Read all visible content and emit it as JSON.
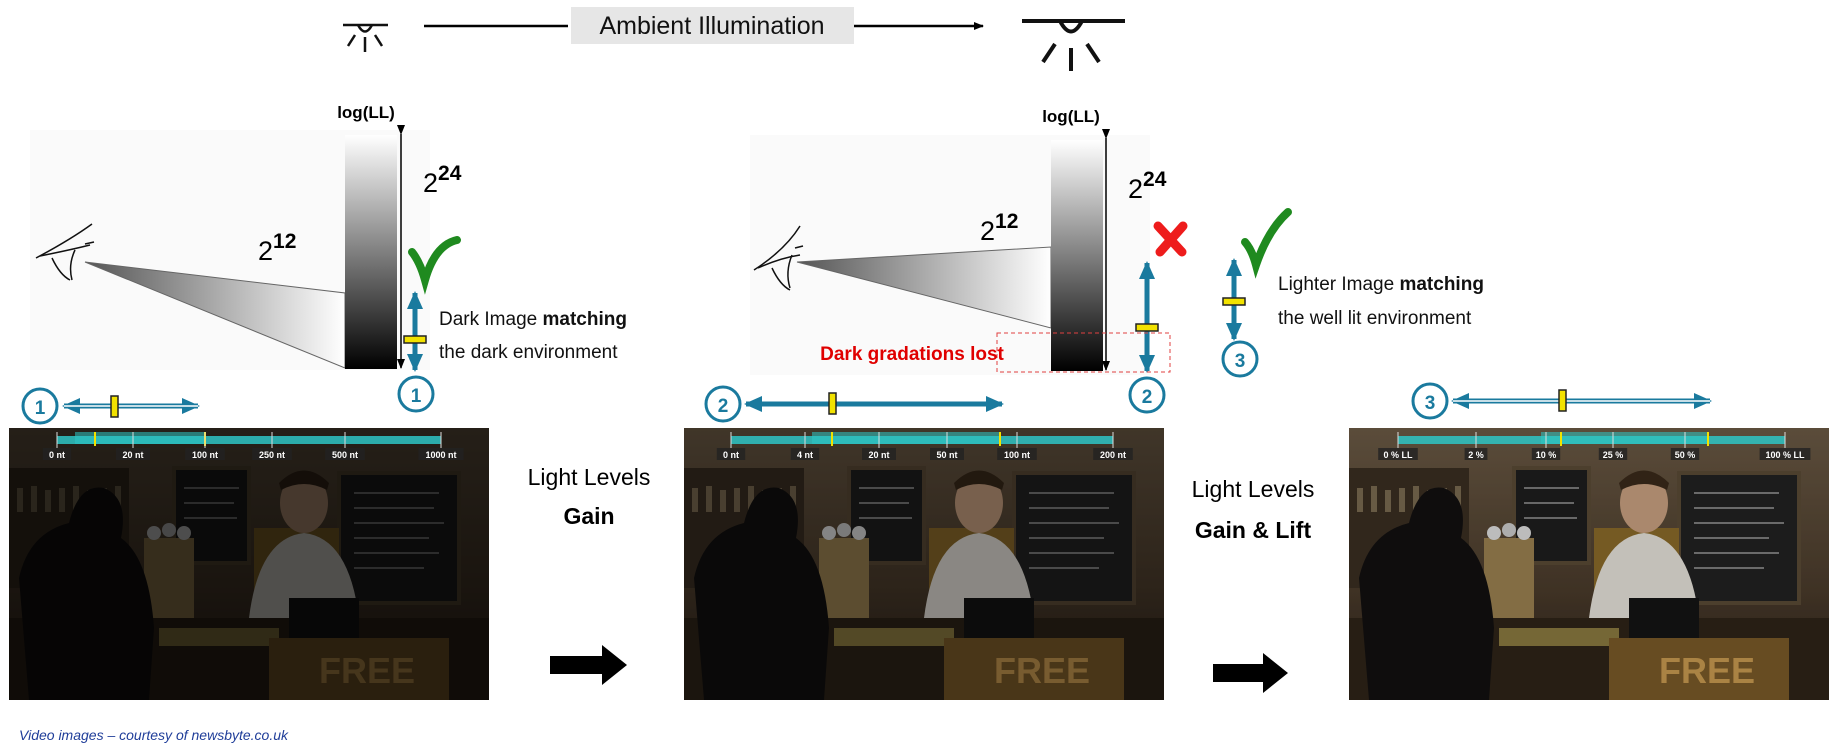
{
  "header": {
    "title": "Ambient Illumination",
    "icons": [
      "dim-lamp-icon",
      "bright-lamp-icon"
    ]
  },
  "panels": {
    "left": {
      "axis_label": "log(LL)",
      "range_total": {
        "base": "2",
        "exp": "24"
      },
      "range_eye": {
        "base": "2",
        "exp": "12"
      },
      "caption_line1_normal": "Dark Image ",
      "caption_line1_bold": "matching",
      "caption_line2": "the dark environment",
      "status_icon": "check-icon",
      "marker": "1"
    },
    "middle": {
      "axis_label": "log(LL)",
      "range_total": {
        "base": "2",
        "exp": "24"
      },
      "range_eye": {
        "base": "2",
        "exp": "12"
      },
      "warning": "Dark gradations lost",
      "status_icon": "cross-icon",
      "marker": "2"
    },
    "right": {
      "caption_line1_normal": "Lighter Image ",
      "caption_line1_bold": "matching",
      "caption_line2": "the well lit environment",
      "status_icon": "check-icon",
      "marker": "3"
    }
  },
  "images": [
    {
      "marker": "1",
      "scale_labels": [
        "0 nt",
        "20 nt",
        "100 nt",
        "250 nt",
        "500 nt",
        "1000 nt"
      ],
      "brightness": 0.35
    },
    {
      "marker": "2",
      "scale_labels": [
        "0 nt",
        "4 nt",
        "20 nt",
        "50 nt",
        "100 nt",
        "200 nt"
      ],
      "brightness": 0.6
    },
    {
      "marker": "3",
      "scale_labels": [
        "0 % LL",
        "2 %",
        "10 %",
        "25 %",
        "50 %",
        "100 % LL"
      ],
      "brightness": 0.85
    }
  ],
  "transitions": [
    {
      "line1": "Light Levels",
      "line2": "Gain"
    },
    {
      "line1": "Light Levels",
      "line2": "Gain & Lift"
    }
  ],
  "footer": "Video images – courtesy of newsbyte.co.uk",
  "colors": {
    "accent_blue": "#1a7a9e",
    "marker_yellow": "#f2e200",
    "check_green": "#1f8a1f",
    "cross_red": "#ee1c1c",
    "warning_red": "#e00000",
    "footer_blue": "#1f3d99",
    "scale_cyan": "#2ec6c6"
  }
}
